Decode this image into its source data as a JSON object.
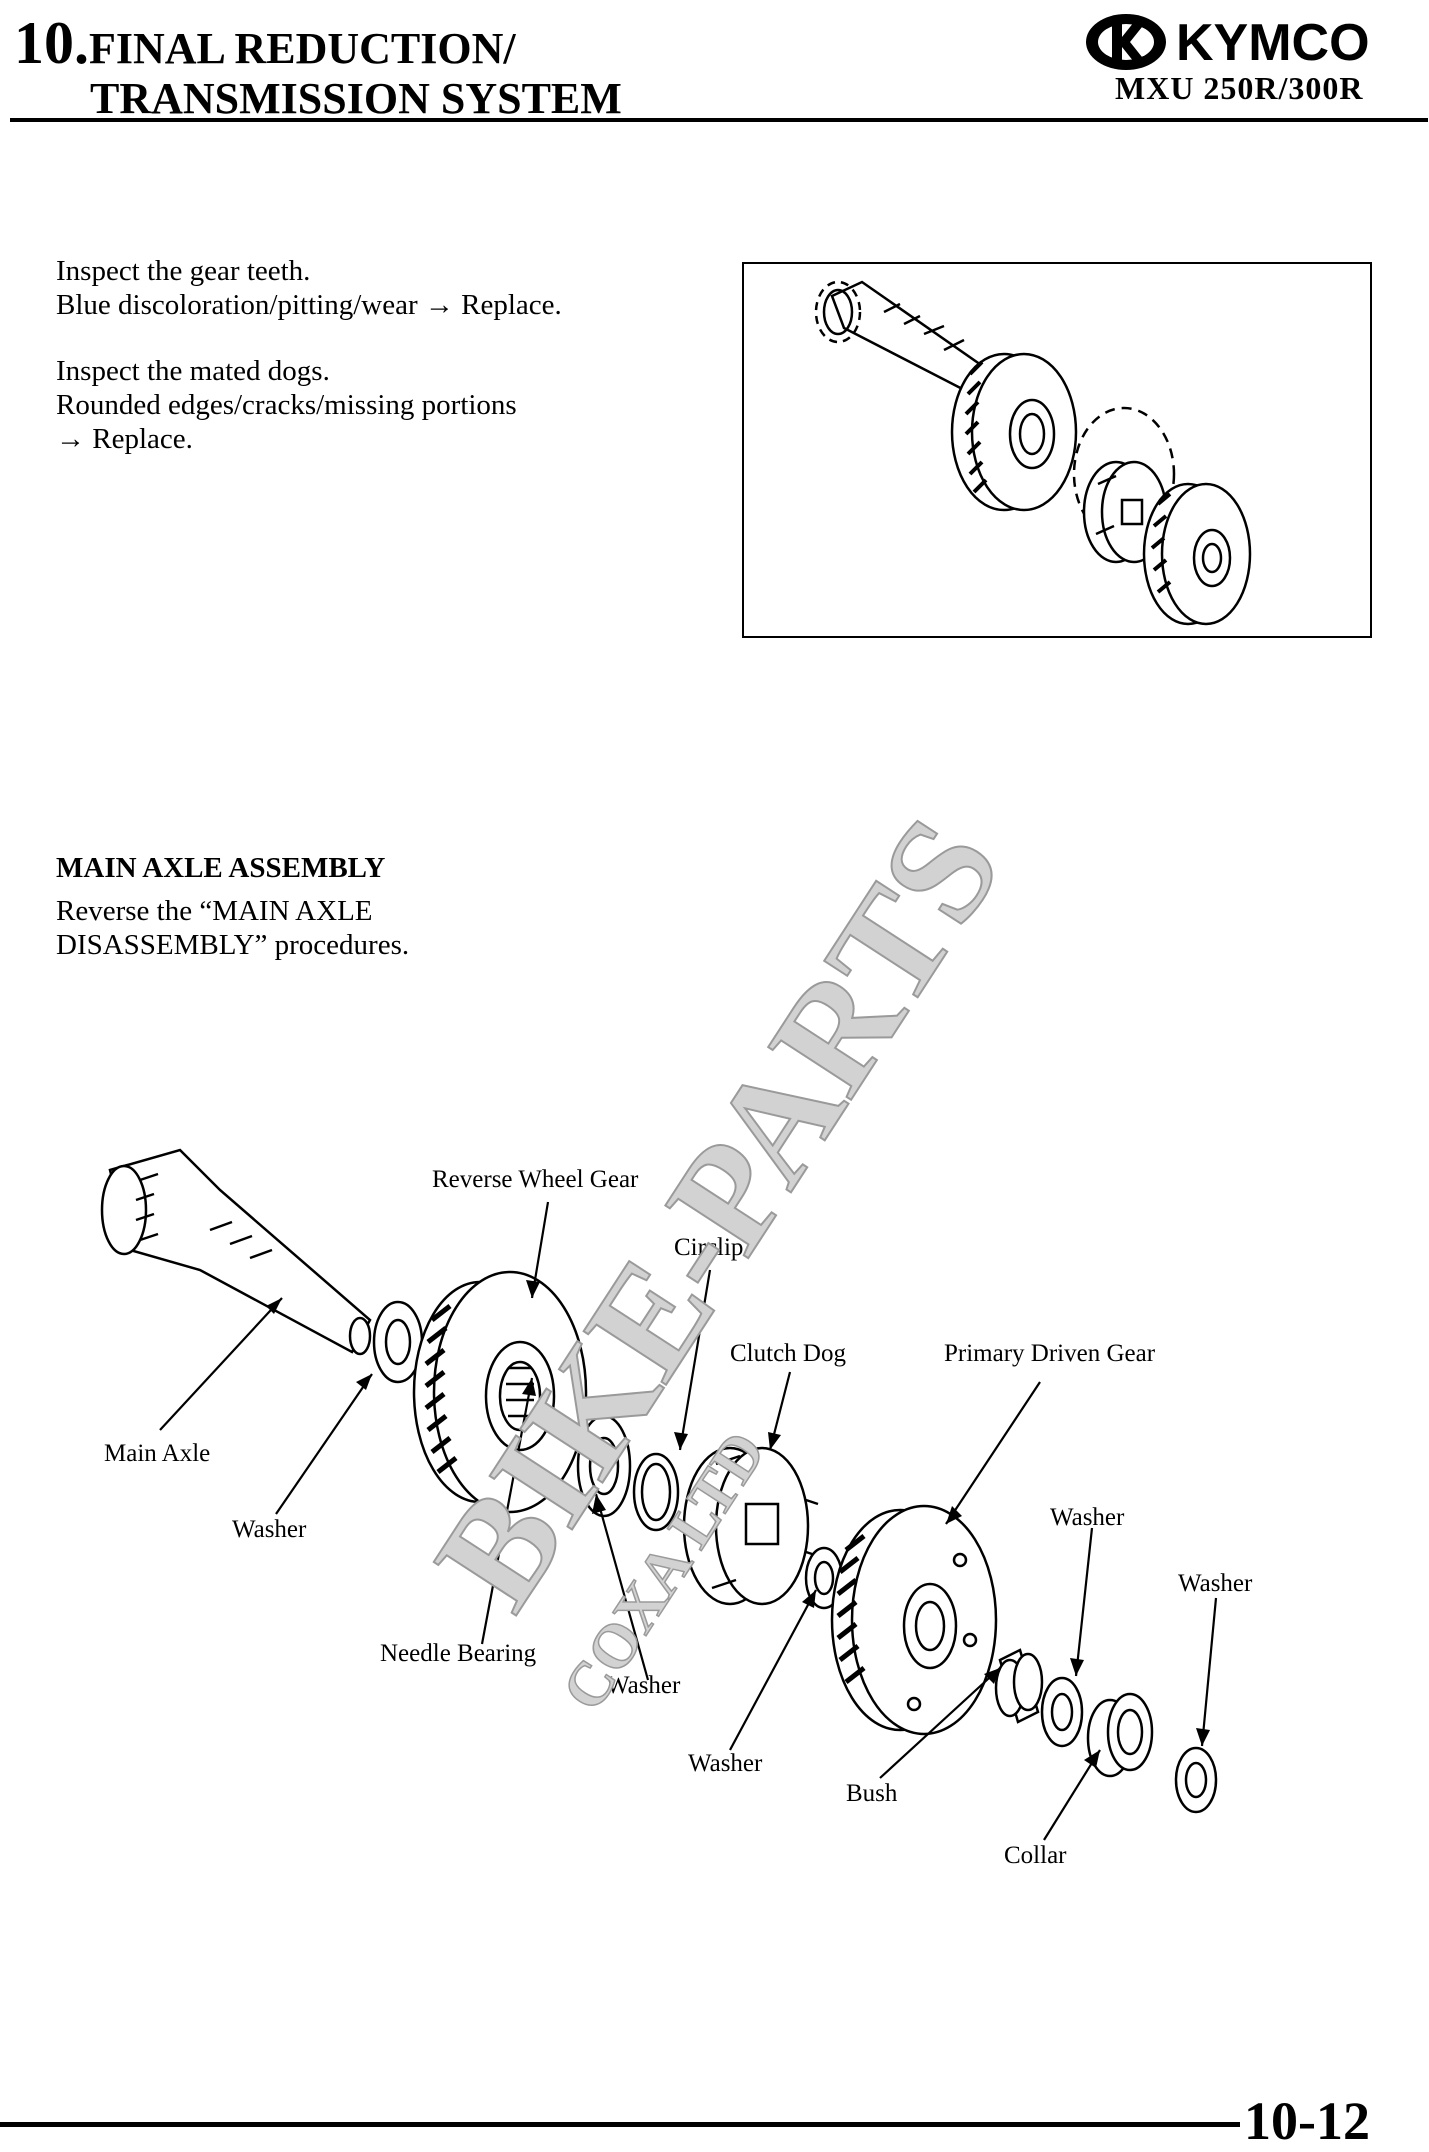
{
  "header": {
    "chapter_number": "10.",
    "title_line1": "FINAL REDUCTION/",
    "title_line2": "TRANSMISSION SYSTEM",
    "brand": "KYMCO",
    "model": "MXU 250R/300R"
  },
  "inspection": {
    "p1_line1": "Inspect the gear teeth.",
    "p1_line2": "Blue discoloration/pitting/wear → Replace.",
    "p2_line1": "Inspect the mated dogs.",
    "p2_line2": "Rounded edges/cracks/missing portions",
    "p2_line3": "→ Replace."
  },
  "assembly": {
    "heading": "MAIN AXLE ASSEMBLY",
    "line1": "Reverse the “MAIN AXLE",
    "line2": "DISASSEMBLY” procedures."
  },
  "diagram_labels": {
    "reverse_wheel_gear": "Reverse Wheel Gear",
    "circlip": "Circlip",
    "clutch_dog": "Clutch Dog",
    "primary_driven_gear": "Primary Driven Gear",
    "main_axle": "Main Axle",
    "washer_1": "Washer",
    "washer_2": "Washer",
    "washer_3": "Washer",
    "washer_4": "Washer",
    "washer_5": "Washer",
    "needle_bearing": "Needle Bearing",
    "bush": "Bush",
    "collar": "Collar"
  },
  "watermark": {
    "line1": "BIKE-PARTS",
    "line2": "COXA LTD"
  },
  "footer": {
    "page_number": "10-12"
  }
}
